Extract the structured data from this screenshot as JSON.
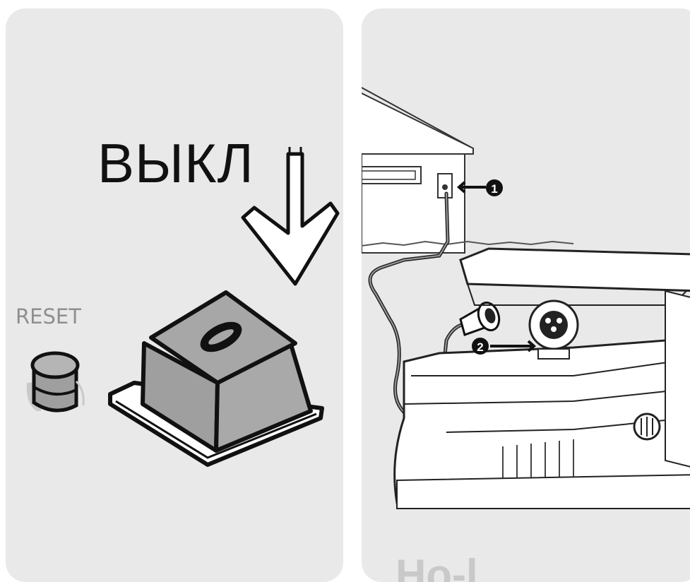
{
  "left_panel": {
    "off_label": "ВЫКЛ",
    "reset_label": "RESET",
    "switch_symbol": "0"
  },
  "right_panel": {
    "callout_1": "1",
    "callout_2": "2",
    "bottom_hint": "Ho-l"
  },
  "colors": {
    "panel_bg": "#e9e9e9",
    "switch_gray": "#a8a8a8",
    "outline": "#111111",
    "reset_text": "#8f8f8f"
  },
  "icons": [
    "down-arrow-outline-icon",
    "power-switch-icon",
    "reset-button-icon",
    "wall-socket-icon",
    "charging-port-icon",
    "plug-icon"
  ]
}
